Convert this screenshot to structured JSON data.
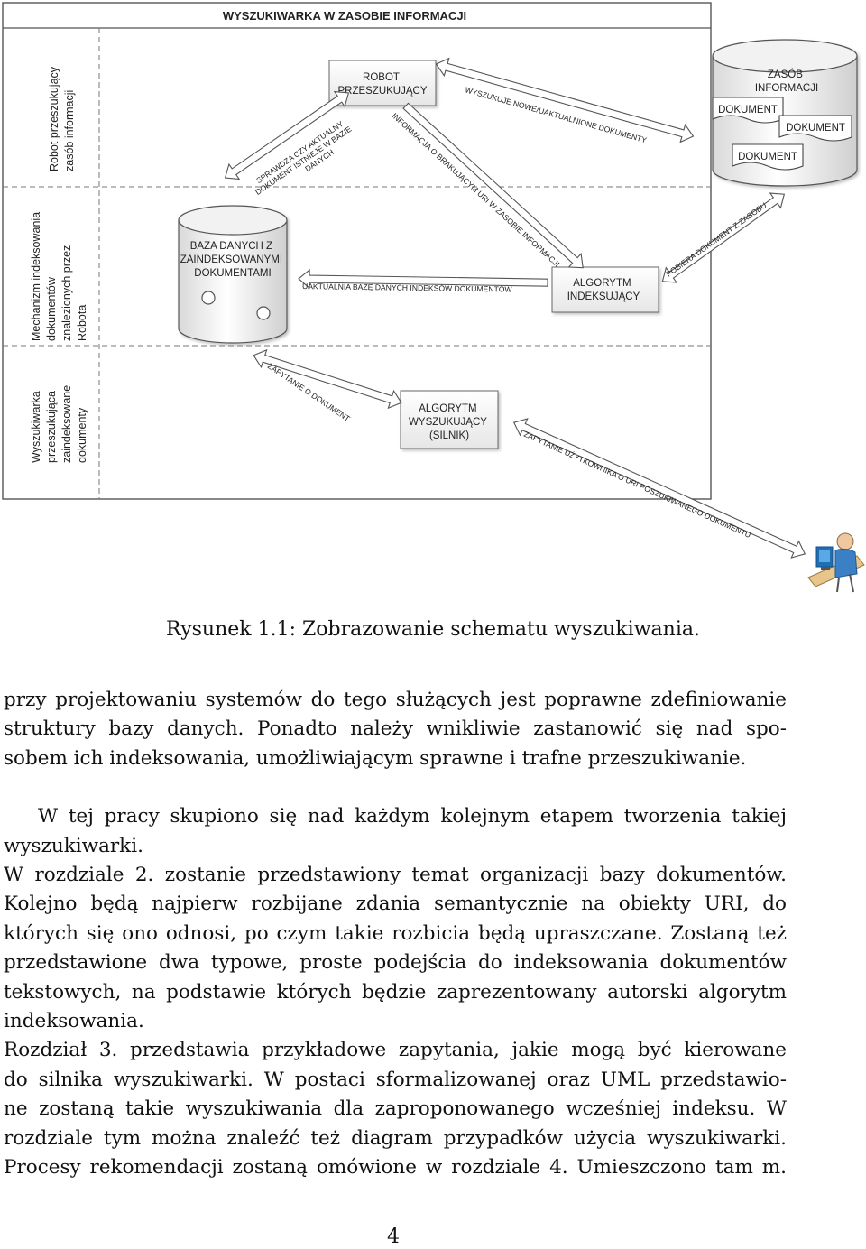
{
  "diagram": {
    "title": "WYSZUKIWARKA W ZASOBIE INFORMACJI",
    "lanes": [
      {
        "lines": [
          "Robot przeszukujący",
          "zasób informacji"
        ]
      },
      {
        "lines": [
          "Mechanizm indeksowania",
          "dokumentów",
          "znalezionych przez",
          "Robota"
        ]
      },
      {
        "lines": [
          "Wyszukiwarka",
          "przeszukująca",
          "zaindeksowane",
          "dokumenty"
        ]
      }
    ],
    "boxes": {
      "robot": [
        "ROBOT",
        "PRZESZUKUJĄCY"
      ],
      "database": [
        "BAZA DANYCH Z",
        "ZAINDEKSOWANYMI",
        "DOKUMENTAMI"
      ],
      "indexing_algorithm": [
        "ALGORYTM",
        "INDEKSUJĄCY"
      ],
      "search_algorithm": [
        "ALGORYTM",
        "WYSZUKUJĄCY",
        "(SILNIK)"
      ],
      "resource": [
        "ZASÓB",
        "INFORMACJI"
      ],
      "document": "DOKUMENT"
    },
    "flows": {
      "robot_to_resource": "WYSZUKUJE NOWE/UAKTUALNIONE DOKUMENTY",
      "robot_to_db": [
        "SPRAWDZA CZY AKTUALNY",
        "DOKUMENT ISTNIEJE W BAZIE",
        "DANYCH"
      ],
      "robot_to_indexer": "INFORMACJA O BRAKUJĄCYM URI W ZASOBIE INFORMACJI",
      "indexer_to_db": "UAKTUALNIA BAZĘ DANYCH INDEKSÓW DOKUMENTÓW",
      "indexer_to_resource": "POBIERA DOKUMENT Z ZASOBU",
      "engine_to_db": "ZAPYTANIE O DOKUMENT",
      "user_to_engine": "ZAPYTANIE UŻYTKOWNIKA O URI POSZUKIWANEGO DOKUMENTU"
    },
    "user_icon": "user-at-computer-icon"
  },
  "caption": "Rysunek 1.1: Zobrazowanie schematu wyszukiwania.",
  "paragraphs": [
    {
      "lines": [
        "przy projektowaniu systemów do tego służących jest poprawne zdefiniowanie",
        "struktury bazy danych. Ponadto należy wnikliwie zastanowić się nad spo-",
        "sobem ich indeksowania, umożliwiającym sprawne i trafne przeszukiwanie."
      ]
    },
    {
      "lines": [
        "W tej pracy skupiono się nad każdym kolejnym etapem tworzenia takiej",
        "wyszukiwarki.",
        "W rozdziale 2. zostanie przedstawiony temat organizacji bazy dokumentów.",
        "Kolejno będą najpierw rozbijane zdania semantycznie na obiekty URI, do",
        "których się ono odnosi, po czym takie rozbicia będą upraszczane. Zostaną też",
        "przedstawione dwa typowe, proste podejścia do indeksowania dokumentów",
        "tekstowych, na podstawie których będzie zaprezentowany autorski algorytm",
        "indeksowania.",
        "Rozdział 3. przedstawia przykładowe zapytania, jakie mogą być kierowane",
        "do silnika wyszukiwarki. W postaci sformalizowanej oraz UML przedstawio-",
        "ne zostaną takie wyszukiwania dla zaproponowanego wcześniej indeksu. W",
        "rozdziale tym można znaleźć też diagram przypadków użycia wyszukiwarki.",
        "Procesy rekomendacji zostaną omówione w rozdziale 4. Umieszczono tam m."
      ]
    }
  ],
  "page_number": "4"
}
